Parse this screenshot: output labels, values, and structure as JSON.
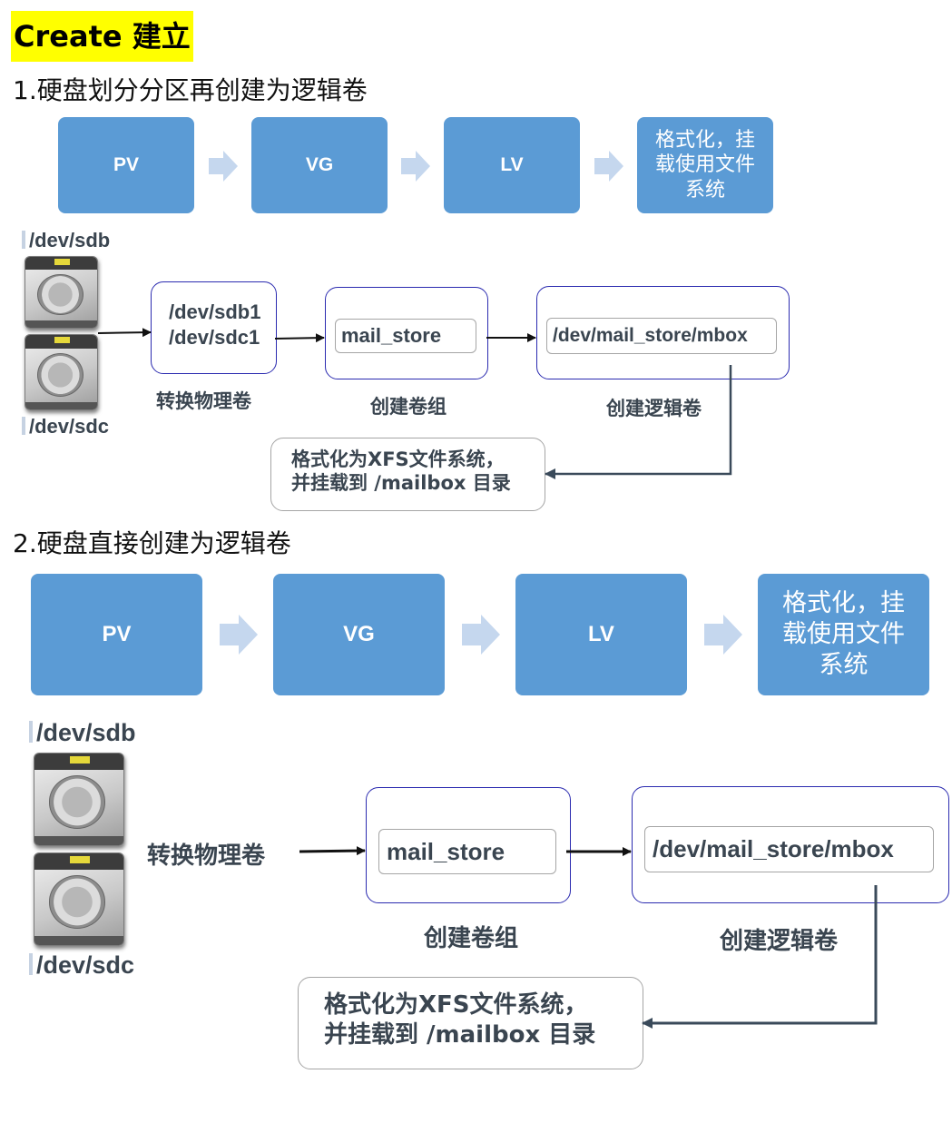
{
  "title": "Create 建立",
  "section1": {
    "heading": "1.硬盘划分分区再创建为逻辑卷",
    "flow": [
      "PV",
      "VG",
      "LV",
      "格式化，挂\n载使用文件\n系统"
    ],
    "disks": [
      "/dev/sdb",
      "/dev/sdc"
    ],
    "pv_box_text": "/dev/sdb1\n/dev/sdc1",
    "pv_caption": "转换物理卷",
    "vg_name": "mail_store",
    "vg_caption": "创建卷组",
    "lv_path": "/dev/mail_store/mbox",
    "lv_caption": "创建逻辑卷",
    "format_note": "格式化为XFS文件系统，\n并挂载到 /mailbox 目录"
  },
  "section2": {
    "heading": "2.硬盘直接创建为逻辑卷",
    "flow": [
      "PV",
      "VG",
      "LV",
      "格式化，挂\n载使用文件\n系统"
    ],
    "disks": [
      "/dev/sdb",
      "/dev/sdc"
    ],
    "pv_caption": "转换物理卷",
    "vg_name": "mail_store",
    "vg_caption": "创建卷组",
    "lv_path": "/dev/mail_store/mbox",
    "lv_caption": "创建逻辑卷",
    "format_note": "格式化为XFS文件系统，\n并挂载到 /mailbox 目录"
  },
  "colors": {
    "flow_box": "#5b9bd5",
    "chevron": "#c5d7ee",
    "title_highlight": "#ffff00",
    "outline": "#2b2bb0"
  },
  "icons": [
    "hard-disk-icon",
    "chevron-right-icon"
  ]
}
